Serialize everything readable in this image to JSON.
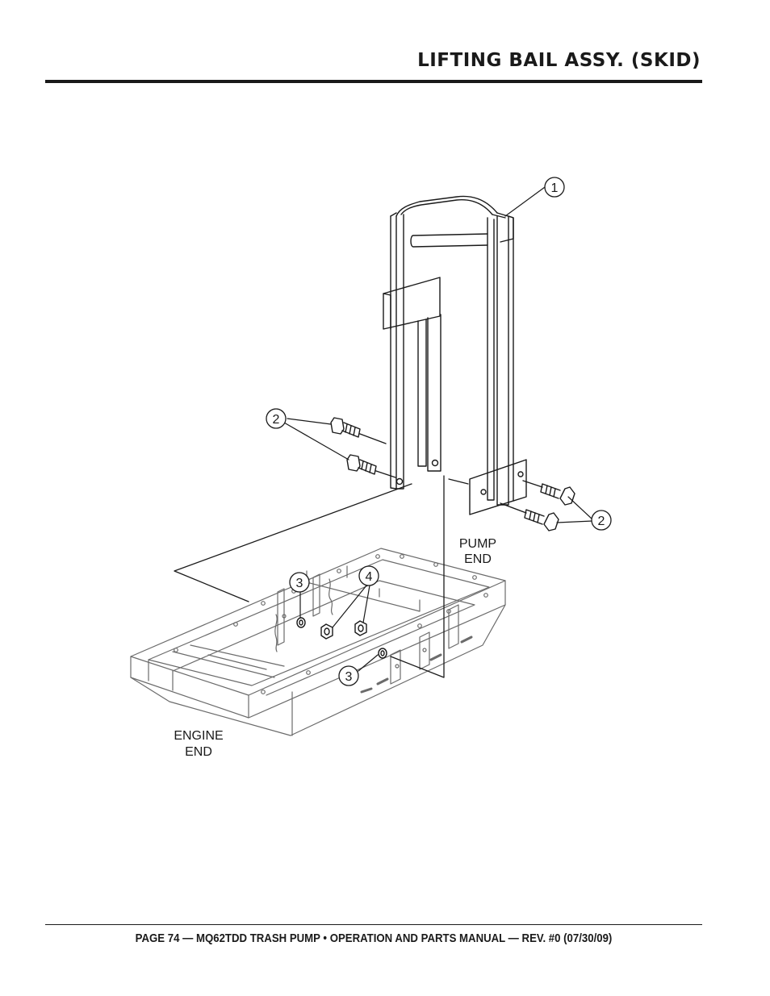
{
  "header": {
    "title": "LIFTING BAIL ASSY. (SKID)"
  },
  "diagram": {
    "callouts": [
      {
        "id": "callout-1",
        "number": "1"
      },
      {
        "id": "callout-2-left",
        "number": "2"
      },
      {
        "id": "callout-2-right",
        "number": "2"
      },
      {
        "id": "callout-3-top",
        "number": "3"
      },
      {
        "id": "callout-3-bottom",
        "number": "3"
      },
      {
        "id": "callout-4",
        "number": "4"
      }
    ],
    "labels": {
      "pump_end": [
        "PUMP",
        "END"
      ],
      "engine_end": [
        "ENGINE",
        "END"
      ]
    }
  },
  "footer": {
    "text": "PAGE 74 — MQ62TDD TRASH PUMP • OPERATION AND PARTS MANUAL — REV. #0 (07/30/09)"
  }
}
